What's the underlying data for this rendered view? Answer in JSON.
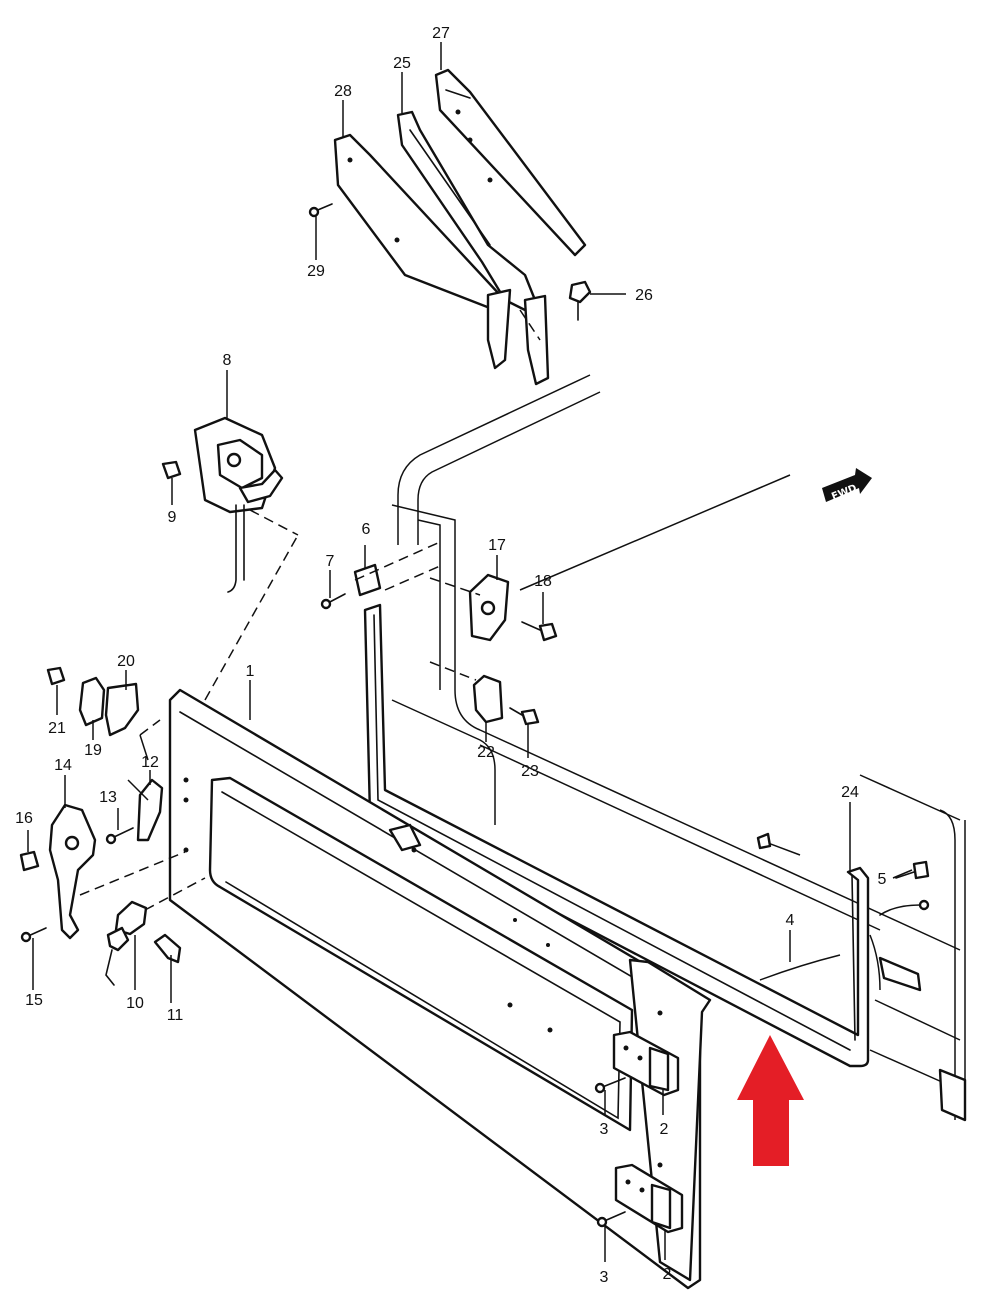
{
  "callouts": [
    {
      "id": "1",
      "text": "1"
    },
    {
      "id": "2a",
      "text": "2"
    },
    {
      "id": "2b",
      "text": "2"
    },
    {
      "id": "3a",
      "text": "3"
    },
    {
      "id": "3b",
      "text": "3"
    },
    {
      "id": "4",
      "text": "4"
    },
    {
      "id": "5",
      "text": "5"
    },
    {
      "id": "6",
      "text": "6"
    },
    {
      "id": "7",
      "text": "7"
    },
    {
      "id": "8",
      "text": "8"
    },
    {
      "id": "9",
      "text": "9"
    },
    {
      "id": "10",
      "text": "10"
    },
    {
      "id": "11",
      "text": "11"
    },
    {
      "id": "12",
      "text": "12"
    },
    {
      "id": "13",
      "text": "13"
    },
    {
      "id": "14",
      "text": "14"
    },
    {
      "id": "15",
      "text": "15"
    },
    {
      "id": "16",
      "text": "16"
    },
    {
      "id": "17",
      "text": "17"
    },
    {
      "id": "18",
      "text": "18"
    },
    {
      "id": "19",
      "text": "19"
    },
    {
      "id": "20",
      "text": "20"
    },
    {
      "id": "21",
      "text": "21"
    },
    {
      "id": "22",
      "text": "22"
    },
    {
      "id": "23",
      "text": "23"
    },
    {
      "id": "24",
      "text": "24"
    },
    {
      "id": "25",
      "text": "25"
    },
    {
      "id": "26",
      "text": "26"
    },
    {
      "id": "27",
      "text": "27"
    },
    {
      "id": "28",
      "text": "28"
    },
    {
      "id": "29",
      "text": "29"
    }
  ],
  "direction_badge": {
    "text": "FWD"
  },
  "colors": {
    "ink": "#111111",
    "highlight_arrow": "#e41e26",
    "paper": "#ffffff"
  }
}
